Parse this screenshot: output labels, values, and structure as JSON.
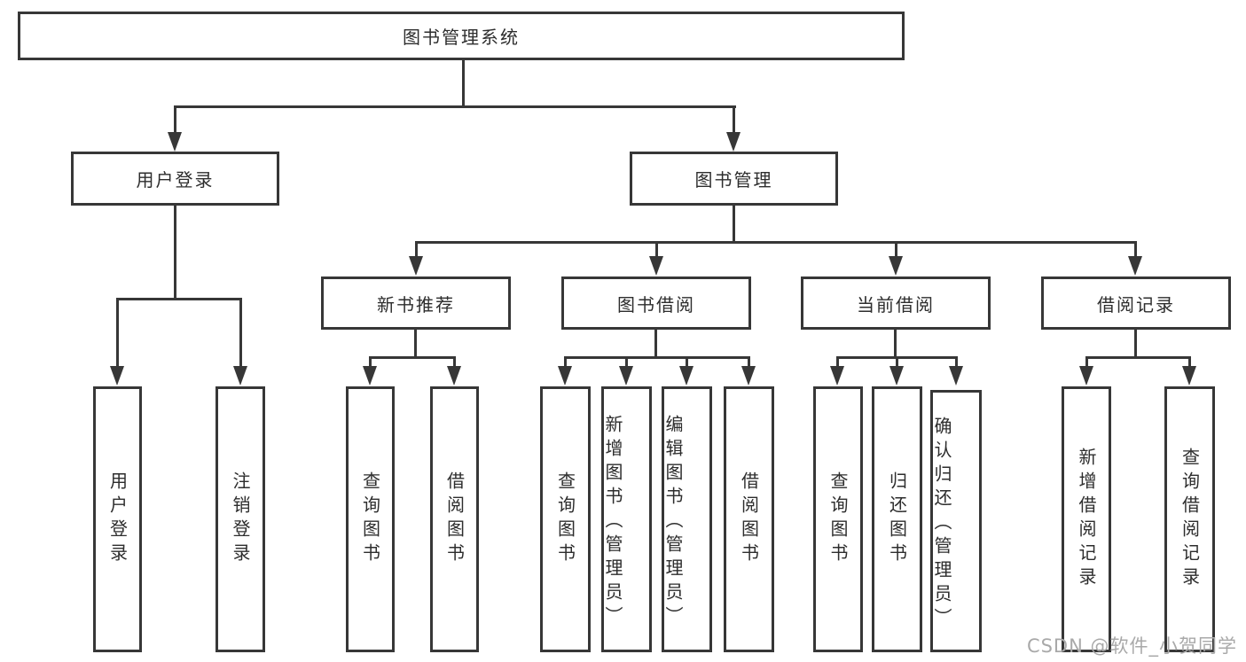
{
  "diagram": {
    "type": "hierarchy-tree",
    "tree": {
      "label": "图书管理系统",
      "children": [
        {
          "label": "用户登录",
          "children": [
            {
              "label": "用户登录"
            },
            {
              "label": "注销登录"
            }
          ]
        },
        {
          "label": "图书管理",
          "children": [
            {
              "label": "新书推荐",
              "children": [
                {
                  "label": "查询图书"
                },
                {
                  "label": "借阅图书"
                }
              ]
            },
            {
              "label": "图书借阅",
              "children": [
                {
                  "label": "查询图书"
                },
                {
                  "label": "新增图书（管理员）"
                },
                {
                  "label": "编辑图书（管理员）"
                },
                {
                  "label": "借阅图书"
                }
              ]
            },
            {
              "label": "当前借阅",
              "children": [
                {
                  "label": "查询图书"
                },
                {
                  "label": "归还图书"
                },
                {
                  "label": "确认归还（管理员）"
                }
              ]
            },
            {
              "label": "借阅记录",
              "children": [
                {
                  "label": "新增借阅记录"
                },
                {
                  "label": "查询借阅记录"
                }
              ]
            }
          ]
        }
      ]
    },
    "watermark": {
      "text": "CSDN @软件_小贺同学"
    },
    "colors": {
      "line": "#373737",
      "text": "#2d2d2d",
      "box_background": "#ffffff",
      "watermark": "#a9a9a9",
      "background": "#ffffff"
    }
  }
}
